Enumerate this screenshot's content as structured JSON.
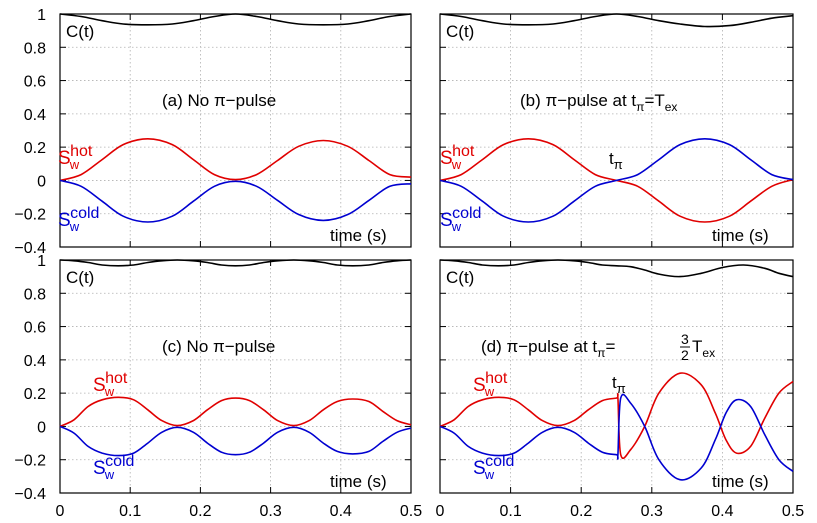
{
  "chart_data": {
    "type": "line",
    "x_range": [
      0,
      0.5
    ],
    "y_range": [
      -0.4,
      1
    ],
    "x_ticks": [
      "0",
      "0.1",
      "0.2",
      "0.3",
      "0.4",
      "0.5"
    ],
    "y_ticks": [
      "1",
      "0.8",
      "0.6",
      "0.4",
      "0.2",
      "0",
      "−0.2",
      "−0.4"
    ],
    "grid": true,
    "xlabel": "time (s)",
    "colors": {
      "C": "#000000",
      "hot": "#e00000",
      "cold": "#0000d0"
    },
    "labels": {
      "C": "C(t)",
      "S": "S",
      "w": "w",
      "hot": "hot",
      "cold": "cold",
      "t": "t",
      "pi": "π",
      "a": "(a) No π−pulse",
      "b_pre": "(b) π−pulse at t",
      "b_post": "=T",
      "b_ex": "ex",
      "c": "(c) No π−pulse",
      "d_pre": "(d) π−pulse at t",
      "d_eq": "=",
      "d_num": "3",
      "d_den": "2",
      "d_T": "T",
      "d_ex": "ex"
    },
    "panels": [
      {
        "id": "a",
        "series": {
          "C": {
            "x": [
              0,
              0.03,
              0.06,
              0.09,
              0.125,
              0.16,
              0.19,
              0.22,
              0.25,
              0.28,
              0.31,
              0.34,
              0.375,
              0.41,
              0.44,
              0.47,
              0.5
            ],
            "y": [
              1,
              0.985,
              0.96,
              0.94,
              0.935,
              0.94,
              0.96,
              0.985,
              1,
              0.985,
              0.96,
              0.94,
              0.935,
              0.94,
              0.96,
              0.985,
              1
            ]
          },
          "hot": {
            "x": [
              0,
              0.03,
              0.06,
              0.09,
              0.125,
              0.16,
              0.19,
              0.22,
              0.25,
              0.28,
              0.31,
              0.34,
              0.375,
              0.41,
              0.44,
              0.47,
              0.5
            ],
            "y": [
              0,
              0.035,
              0.125,
              0.215,
              0.25,
              0.215,
              0.125,
              0.035,
              0.005,
              0.035,
              0.12,
              0.205,
              0.24,
              0.205,
              0.12,
              0.035,
              0.02
            ]
          },
          "cold": {
            "x": [
              0,
              0.03,
              0.06,
              0.09,
              0.125,
              0.16,
              0.19,
              0.22,
              0.25,
              0.28,
              0.31,
              0.34,
              0.375,
              0.41,
              0.44,
              0.47,
              0.5
            ],
            "y": [
              0,
              -0.035,
              -0.125,
              -0.215,
              -0.25,
              -0.215,
              -0.125,
              -0.035,
              -0.005,
              -0.035,
              -0.12,
              -0.205,
              -0.24,
              -0.205,
              -0.12,
              -0.035,
              -0.02
            ]
          }
        }
      },
      {
        "id": "b",
        "series": {
          "C": {
            "x": [
              0,
              0.03,
              0.06,
              0.09,
              0.125,
              0.16,
              0.19,
              0.22,
              0.25,
              0.28,
              0.31,
              0.34,
              0.375,
              0.41,
              0.44,
              0.47,
              0.5
            ],
            "y": [
              1,
              0.985,
              0.96,
              0.94,
              0.935,
              0.94,
              0.96,
              0.985,
              1,
              0.985,
              0.96,
              0.94,
              0.925,
              0.93,
              0.95,
              0.975,
              0.99
            ]
          },
          "hot": {
            "x": [
              0,
              0.03,
              0.06,
              0.09,
              0.125,
              0.16,
              0.19,
              0.22,
              0.25,
              0.28,
              0.31,
              0.34,
              0.375,
              0.41,
              0.44,
              0.47,
              0.5
            ],
            "y": [
              0,
              0.035,
              0.125,
              0.215,
              0.25,
              0.215,
              0.125,
              0.035,
              0,
              -0.035,
              -0.125,
              -0.215,
              -0.25,
              -0.215,
              -0.125,
              -0.035,
              0.005
            ]
          },
          "cold": {
            "x": [
              0,
              0.03,
              0.06,
              0.09,
              0.125,
              0.16,
              0.19,
              0.22,
              0.25,
              0.28,
              0.31,
              0.34,
              0.375,
              0.41,
              0.44,
              0.47,
              0.5
            ],
            "y": [
              0,
              -0.035,
              -0.125,
              -0.215,
              -0.25,
              -0.215,
              -0.125,
              -0.035,
              0,
              0.035,
              0.125,
              0.215,
              0.25,
              0.215,
              0.125,
              0.035,
              0.005
            ]
          }
        }
      },
      {
        "id": "c",
        "series": {
          "C": {
            "x": [
              0,
              0.02,
              0.04,
              0.06,
              0.083,
              0.105,
              0.125,
              0.145,
              0.167,
              0.19,
              0.21,
              0.23,
              0.25,
              0.27,
              0.29,
              0.31,
              0.333,
              0.355,
              0.375,
              0.395,
              0.417,
              0.44,
              0.46,
              0.48,
              0.5
            ],
            "y": [
              1,
              0.995,
              0.985,
              0.97,
              0.965,
              0.97,
              0.985,
              0.995,
              1,
              0.995,
              0.985,
              0.97,
              0.965,
              0.97,
              0.985,
              0.995,
              1,
              0.995,
              0.985,
              0.97,
              0.965,
              0.97,
              0.985,
              0.995,
              1
            ]
          },
          "hot": {
            "x": [
              0,
              0.02,
              0.04,
              0.06,
              0.083,
              0.105,
              0.125,
              0.145,
              0.167,
              0.19,
              0.21,
              0.23,
              0.25,
              0.27,
              0.29,
              0.31,
              0.333,
              0.355,
              0.375,
              0.395,
              0.417,
              0.44,
              0.46,
              0.48,
              0.5
            ],
            "y": [
              0,
              0.04,
              0.12,
              0.16,
              0.175,
              0.16,
              0.1,
              0.035,
              0.005,
              0.035,
              0.1,
              0.155,
              0.17,
              0.155,
              0.1,
              0.035,
              0.005,
              0.035,
              0.1,
              0.15,
              0.165,
              0.15,
              0.09,
              0.035,
              0.01
            ]
          },
          "cold": {
            "x": [
              0,
              0.02,
              0.04,
              0.06,
              0.083,
              0.105,
              0.125,
              0.145,
              0.167,
              0.19,
              0.21,
              0.23,
              0.25,
              0.27,
              0.29,
              0.31,
              0.333,
              0.355,
              0.375,
              0.395,
              0.417,
              0.44,
              0.46,
              0.48,
              0.5
            ],
            "y": [
              0,
              -0.04,
              -0.12,
              -0.16,
              -0.175,
              -0.16,
              -0.1,
              -0.035,
              -0.005,
              -0.035,
              -0.1,
              -0.155,
              -0.17,
              -0.155,
              -0.1,
              -0.035,
              -0.005,
              -0.035,
              -0.1,
              -0.15,
              -0.165,
              -0.15,
              -0.09,
              -0.035,
              -0.01
            ]
          }
        }
      },
      {
        "id": "d",
        "series": {
          "C": {
            "x": [
              0,
              0.02,
              0.04,
              0.06,
              0.083,
              0.105,
              0.125,
              0.145,
              0.167,
              0.19,
              0.21,
              0.23,
              0.25,
              0.27,
              0.29,
              0.31,
              0.34,
              0.37,
              0.4,
              0.43,
              0.46,
              0.48,
              0.5
            ],
            "y": [
              1,
              0.995,
              0.985,
              0.97,
              0.965,
              0.97,
              0.985,
              0.995,
              1,
              0.995,
              0.985,
              0.97,
              0.965,
              0.96,
              0.94,
              0.915,
              0.9,
              0.92,
              0.955,
              0.97,
              0.95,
              0.92,
              0.9
            ]
          },
          "hot": {
            "x": [
              0,
              0.02,
              0.04,
              0.06,
              0.083,
              0.105,
              0.125,
              0.145,
              0.167,
              0.19,
              0.21,
              0.23,
              0.25,
              0.252,
              0.256,
              0.27,
              0.29,
              0.31,
              0.34,
              0.37,
              0.39,
              0.405,
              0.42,
              0.44,
              0.46,
              0.48,
              0.5
            ],
            "y": [
              0,
              0.04,
              0.12,
              0.16,
              0.175,
              0.16,
              0.1,
              0.035,
              0.005,
              0.035,
              0.1,
              0.155,
              0.17,
              0.17,
              -0.17,
              -0.14,
              0,
              0.2,
              0.32,
              0.25,
              0.08,
              -0.08,
              -0.16,
              -0.12,
              0.05,
              0.2,
              0.27
            ]
          },
          "cold": {
            "x": [
              0,
              0.02,
              0.04,
              0.06,
              0.083,
              0.105,
              0.125,
              0.145,
              0.167,
              0.19,
              0.21,
              0.23,
              0.25,
              0.252,
              0.256,
              0.27,
              0.29,
              0.31,
              0.34,
              0.37,
              0.39,
              0.405,
              0.42,
              0.44,
              0.46,
              0.48,
              0.5
            ],
            "y": [
              0,
              -0.04,
              -0.12,
              -0.16,
              -0.175,
              -0.16,
              -0.1,
              -0.035,
              -0.005,
              -0.035,
              -0.1,
              -0.155,
              -0.17,
              -0.17,
              0.17,
              0.14,
              0,
              -0.2,
              -0.32,
              -0.25,
              -0.08,
              0.08,
              0.16,
              0.12,
              -0.05,
              -0.2,
              -0.27
            ]
          }
        }
      }
    ]
  }
}
